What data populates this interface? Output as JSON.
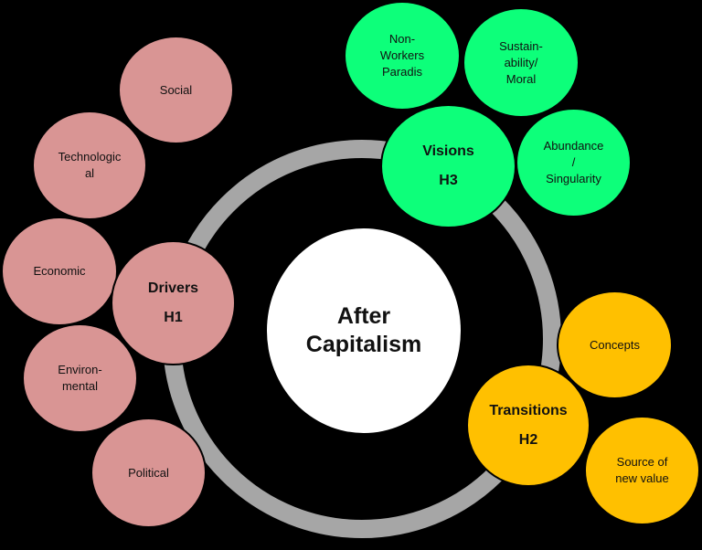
{
  "colors": {
    "background": "#000000",
    "ring": "#a6a6a6",
    "center": "#ffffff",
    "drivers": "#d99594",
    "visions": "#0dff7a",
    "transitions": "#ffc000"
  },
  "center": {
    "label": "After\nCapitalism"
  },
  "hubs": {
    "drivers": {
      "title": "Drivers",
      "code": "H1"
    },
    "transitions": {
      "title": "Transitions",
      "code": "H2"
    },
    "visions": {
      "title": "Visions",
      "code": "H3"
    }
  },
  "drivers_items": [
    {
      "label": "Social"
    },
    {
      "label": "Technologic\nal"
    },
    {
      "label": "Economic"
    },
    {
      "label": "Environ-\nmental"
    },
    {
      "label": "Political"
    }
  ],
  "visions_items": [
    {
      "label": "Non-\nWorkers\nParadis"
    },
    {
      "label": "Sustain-\nability/\nMoral"
    },
    {
      "label": "Abundance\n/\nSingularity"
    }
  ],
  "transitions_items": [
    {
      "label": "Concepts"
    },
    {
      "label": "Source of\nnew value"
    }
  ]
}
